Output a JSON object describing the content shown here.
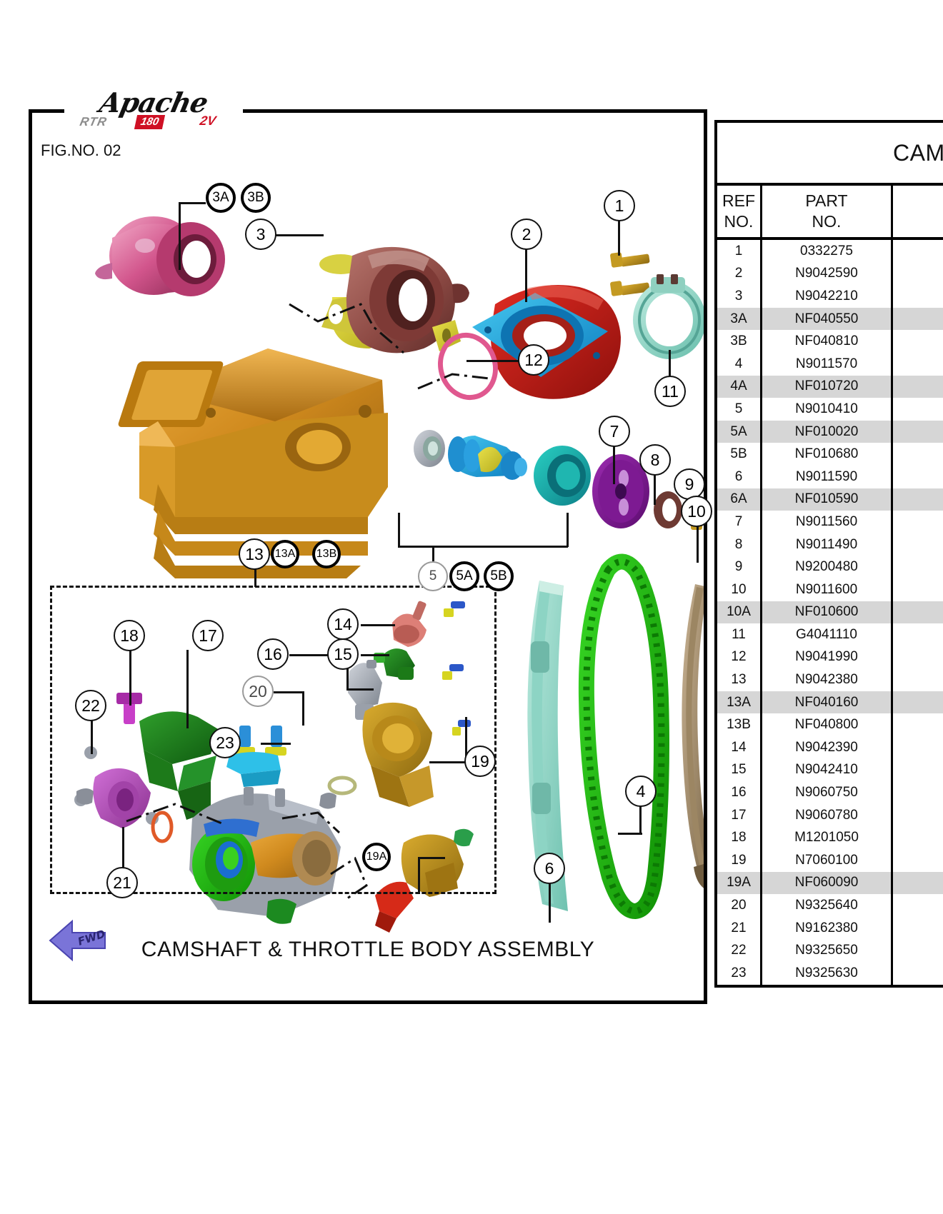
{
  "brand": {
    "name": "Apache",
    "sub_text": "RTR",
    "badge_text": "180",
    "tick": "2V"
  },
  "diagram": {
    "fig_label": "FIG.NO. 02",
    "assembly_title": "CAMSHAFT & THROTTLE BODY ASSEMBLY",
    "fwd_marker": "FWD",
    "callouts": [
      {
        "id": "c3A",
        "label": "3A",
        "style": "bold"
      },
      {
        "id": "c3B",
        "label": "3B",
        "style": "bold"
      },
      {
        "id": "c3",
        "label": "3",
        "style": "norm"
      },
      {
        "id": "c1",
        "label": "1",
        "style": "norm"
      },
      {
        "id": "c2",
        "label": "2",
        "style": "norm"
      },
      {
        "id": "c11",
        "label": "11",
        "style": "norm"
      },
      {
        "id": "c12",
        "label": "12",
        "style": "norm"
      },
      {
        "id": "c7",
        "label": "7",
        "style": "norm"
      },
      {
        "id": "c8",
        "label": "8",
        "style": "norm"
      },
      {
        "id": "c9",
        "label": "9",
        "style": "norm"
      },
      {
        "id": "c10",
        "label": "10",
        "style": "norm"
      },
      {
        "id": "c5",
        "label": "5",
        "style": "gray"
      },
      {
        "id": "c5A",
        "label": "5A",
        "style": "bold"
      },
      {
        "id": "c5B",
        "label": "5B",
        "style": "bold"
      },
      {
        "id": "c13",
        "label": "13",
        "style": "norm"
      },
      {
        "id": "c13A",
        "label": "13A",
        "style": "bold"
      },
      {
        "id": "c13B",
        "label": "13B",
        "style": "bold"
      },
      {
        "id": "c14",
        "label": "14",
        "style": "norm"
      },
      {
        "id": "c15",
        "label": "15",
        "style": "norm"
      },
      {
        "id": "c16",
        "label": "16",
        "style": "norm"
      },
      {
        "id": "c17",
        "label": "17",
        "style": "norm"
      },
      {
        "id": "c18",
        "label": "18",
        "style": "norm"
      },
      {
        "id": "c19",
        "label": "19",
        "style": "norm"
      },
      {
        "id": "c19A",
        "label": "19A",
        "style": "bold"
      },
      {
        "id": "c20",
        "label": "20",
        "style": "gray"
      },
      {
        "id": "c21",
        "label": "21",
        "style": "norm"
      },
      {
        "id": "c22",
        "label": "22",
        "style": "norm"
      },
      {
        "id": "c23",
        "label": "23",
        "style": "norm"
      },
      {
        "id": "c4",
        "label": "4",
        "style": "norm"
      },
      {
        "id": "c6",
        "label": "6",
        "style": "norm"
      }
    ]
  },
  "table": {
    "title": "CAMSHAFT",
    "headers": {
      "ref_line1": "REF",
      "ref_line2": "NO.",
      "part_line1": "PART",
      "part_line2": "NO."
    },
    "rows": [
      {
        "ref": "1",
        "part": "0332275",
        "shaded": false
      },
      {
        "ref": "2",
        "part": "N9042590",
        "shaded": false
      },
      {
        "ref": "3",
        "part": "N9042210",
        "shaded": false
      },
      {
        "ref": "3A",
        "part": "NF040550",
        "shaded": true
      },
      {
        "ref": "3B",
        "part": "NF040810",
        "shaded": false
      },
      {
        "ref": "4",
        "part": "N9011570",
        "shaded": false
      },
      {
        "ref": "4A",
        "part": "NF010720",
        "shaded": true
      },
      {
        "ref": "5",
        "part": "N9010410",
        "shaded": false
      },
      {
        "ref": "5A",
        "part": "NF010020",
        "shaded": true
      },
      {
        "ref": "5B",
        "part": "NF010680",
        "shaded": false
      },
      {
        "ref": "6",
        "part": "N9011590",
        "shaded": false
      },
      {
        "ref": "6A",
        "part": "NF010590",
        "shaded": true
      },
      {
        "ref": "7",
        "part": "N9011560",
        "shaded": false
      },
      {
        "ref": "8",
        "part": "N9011490",
        "shaded": false
      },
      {
        "ref": "9",
        "part": "N9200480",
        "shaded": false
      },
      {
        "ref": "10",
        "part": "N9011600",
        "shaded": false
      },
      {
        "ref": "10A",
        "part": "NF010600",
        "shaded": true
      },
      {
        "ref": "11",
        "part": "G4041110",
        "shaded": false
      },
      {
        "ref": "12",
        "part": "N9041990",
        "shaded": false
      },
      {
        "ref": "13",
        "part": "N9042380",
        "shaded": false
      },
      {
        "ref": "13A",
        "part": "NF040160",
        "shaded": true
      },
      {
        "ref": "13B",
        "part": "NF040800",
        "shaded": false
      },
      {
        "ref": "14",
        "part": "N9042390",
        "shaded": false
      },
      {
        "ref": "15",
        "part": "N9042410",
        "shaded": false
      },
      {
        "ref": "16",
        "part": "N9060750",
        "shaded": false
      },
      {
        "ref": "17",
        "part": "N9060780",
        "shaded": false
      },
      {
        "ref": "18",
        "part": "M1201050",
        "shaded": false
      },
      {
        "ref": "19",
        "part": "N7060100",
        "shaded": false
      },
      {
        "ref": "19A",
        "part": "NF060090",
        "shaded": true
      },
      {
        "ref": "20",
        "part": "N9325640",
        "shaded": false
      },
      {
        "ref": "21",
        "part": "N9162380",
        "shaded": false
      },
      {
        "ref": "22",
        "part": "N9325650",
        "shaded": false
      },
      {
        "ref": "23",
        "part": "N9325630",
        "shaded": false
      }
    ]
  }
}
